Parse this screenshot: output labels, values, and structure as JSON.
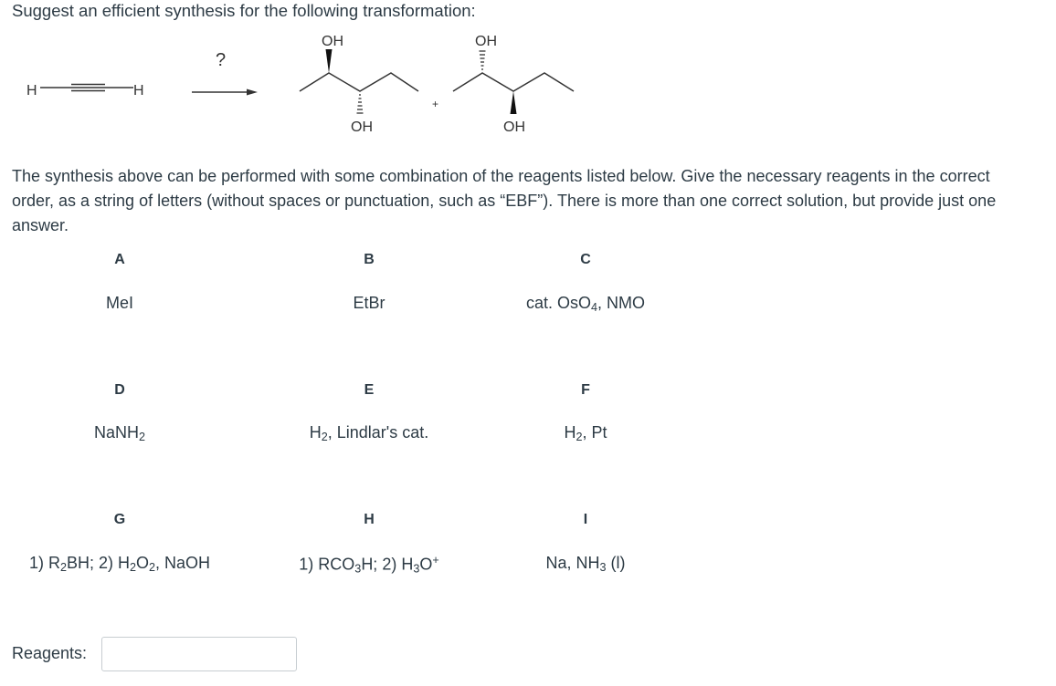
{
  "question": "Suggest an efficient synthesis for the following transformation:",
  "scheme": {
    "start_left_h": "H",
    "start_right_h": "H",
    "arrow_label": "?",
    "plus": "+",
    "oh_top_1": "OH",
    "oh_bottom_1": "OH",
    "oh_top_2": "OH",
    "oh_bottom_2": "OH"
  },
  "description": "The synthesis above can be performed with some combination of the reagents listed below. Give the necessary reagents in the correct order, as a string of letters (without spaces or punctuation, such as “EBF”). There is more than one correct solution, but provide just one answer.",
  "reagents": [
    {
      "letter": "A",
      "parts": [
        "MeI"
      ]
    },
    {
      "letter": "B",
      "parts": [
        "EtBr"
      ]
    },
    {
      "letter": "C",
      "parts": [
        "cat. OsO",
        "4",
        ", NMO"
      ]
    },
    {
      "letter": "D",
      "parts": [
        "NaNH",
        "2"
      ]
    },
    {
      "letter": "E",
      "parts": [
        "H",
        "2",
        ", Lindlar's cat."
      ]
    },
    {
      "letter": "F",
      "parts": [
        "H",
        "2",
        ", Pt"
      ]
    },
    {
      "letter": "G",
      "parts": [
        "1) R",
        "2",
        "BH; 2) H",
        "2",
        "O",
        "2",
        ", NaOH"
      ]
    },
    {
      "letter": "H",
      "parts": [
        "1) RCO",
        "3",
        "H; 2) H",
        "3",
        "O",
        "+"
      ]
    },
    {
      "letter": "I",
      "parts": [
        "Na, NH",
        "3",
        " (l)"
      ]
    }
  ],
  "answer": {
    "label": "Reagents:",
    "value": "",
    "placeholder": ""
  }
}
